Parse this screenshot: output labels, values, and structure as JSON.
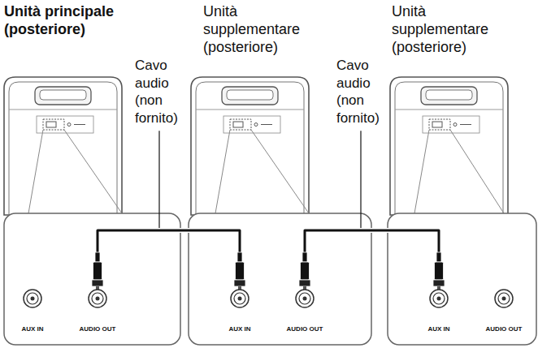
{
  "diagram": {
    "nodes": [
      {
        "text": [
          "Unità principale (posteriore)"
        ]
      },
      {
        "text": [
          "Unità supplementare (posteriore)"
        ]
      },
      {
        "text": [
          "Unità supplementare (posteriore)"
        ]
      },
      {
        "text": [
          "AUX IN"
        ]
      },
      {
        "text": [
          "AUDIO OUT"
        ]
      },
      {
        "text": [
          "AUX IN"
        ]
      },
      {
        "text": [
          "AUDIO OUT"
        ]
      },
      {
        "text": [
          "AUX IN"
        ]
      },
      {
        "text": [
          "AUDIO OUT"
        ]
      }
    ],
    "edges": [
      {
        "from": 4,
        "to": 5,
        "arrow": "none",
        "label": "Cavo audio (non fornito)"
      },
      {
        "from": 6,
        "to": 7,
        "arrow": "none",
        "label": "Cavo audio (non fornito)"
      }
    ]
  }
}
